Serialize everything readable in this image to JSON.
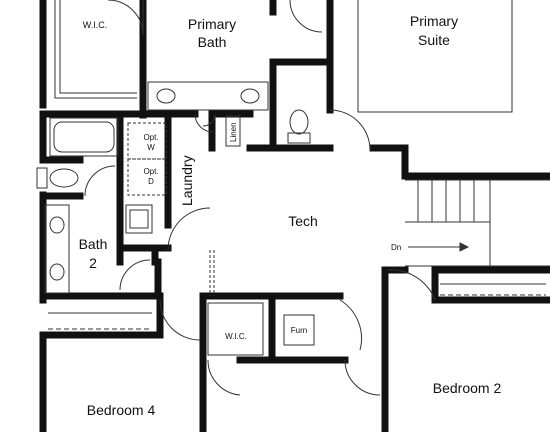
{
  "labels": {
    "wic_top": "W.I.C.",
    "primary_bath_1": "Primary",
    "primary_bath_2": "Bath",
    "primary_suite_1": "Primary",
    "primary_suite_2": "Suite",
    "linen": "Linen",
    "opt_w_1": "Opt.",
    "opt_w_2": "W",
    "opt_d_1": "Opt.",
    "opt_d_2": "D",
    "laundry": "Laundry",
    "tech": "Tech",
    "dn": "Dn",
    "bath2_1": "Bath",
    "bath2_2": "2",
    "wic_bottom": "W.I.C.",
    "furn": "Furn",
    "bedroom2": "Bedroom 2",
    "bedroom4": "Bedroom 4"
  },
  "colors": {
    "wall": "#111111",
    "line": "#333333",
    "fixture": "#555555",
    "background": "#ffffff"
  }
}
